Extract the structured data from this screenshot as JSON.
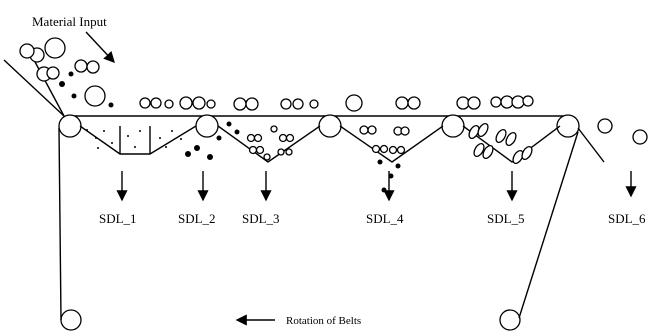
{
  "labels": {
    "material_input": "Material Input",
    "rotation": "Rotation of Belts",
    "sdl": [
      "SDL_1",
      "SDL_2",
      "SDL_3",
      "SDL_4",
      "SDL_5",
      "SDL_6"
    ]
  },
  "colors": {
    "ink": "#000000",
    "background": "#ffffff"
  }
}
